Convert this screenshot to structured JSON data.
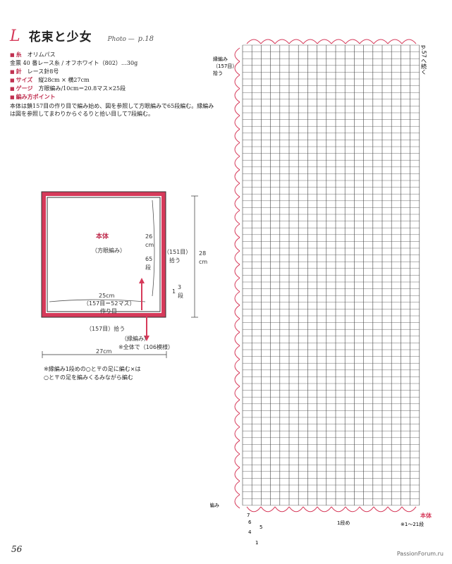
{
  "header": {
    "letter": "L",
    "title": "花束と少女",
    "photo_label": "Photo",
    "photo_page": "p.18"
  },
  "specs": [
    {
      "label": "糸",
      "text": "オリムパス"
    },
    {
      "label": "",
      "text": "金票 40 番レース糸 / オフホワイト（802）…30g"
    },
    {
      "label": "針",
      "text": "レース針8号"
    },
    {
      "label": "サイズ",
      "text": "縦28cm × 横27cm"
    },
    {
      "label": "ゲージ",
      "text": "方眼編み/10cm＝20.8マス×25段"
    },
    {
      "label": "編み方ポイント",
      "text": ""
    }
  ],
  "instructions": "本体は鎖157目の作り目で編み始め、図を参照して方眼編みで65段編む。縁編みは図を参照してまわりからぐるりと拾い目して7段編む。",
  "schematic": {
    "body_label": "本体",
    "body_sub": "（方眼編み）",
    "height_cm": "26",
    "height_unit": "cm",
    "height_rows": "65",
    "height_rows_unit": "段",
    "pickup_right": "（151目）",
    "pickup_right_word": "拾う",
    "total_height": "28",
    "total_height_unit": "cm",
    "width_cm": "25cm",
    "width_stitches": "（157目＝52マス）",
    "foundation": "作り目",
    "border_cm": "1",
    "border_rows": "3",
    "border_rows_unit": "段",
    "pickup_bottom": "（157目）拾う",
    "border_label": "（縁編み）",
    "border_total": "※全体で（106模様）",
    "total_width": "27cm"
  },
  "footnote": {
    "line1": "※縁編み1段めの○と〒の足に編む×は",
    "line2": "○と〒の足を編みくるみながら編む"
  },
  "chart": {
    "top_note": "p.57へ続く",
    "top_left_note1": "縁編み",
    "top_left_note2": "（157目）",
    "top_left_note3": "拾う",
    "bottom_left_label": "縁編み",
    "bottom_row_numbers": [
      "7",
      "6",
      "5",
      "4",
      "1"
    ],
    "bottom_first_row": "1段め",
    "body_label": "本体",
    "body_rows_note": "※1〜21段",
    "accent_color": "#d63a5a",
    "grid_color": "#444444"
  },
  "page_number": "56",
  "watermark": "PassionForum.ru"
}
